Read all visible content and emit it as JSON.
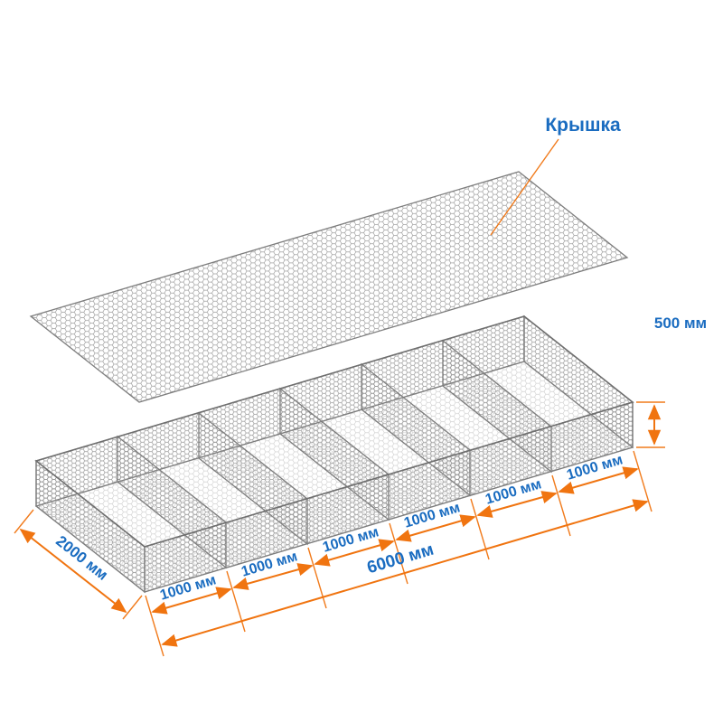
{
  "colors": {
    "dimension_line": "#f07410",
    "label_text": "#1a6cc0",
    "mesh_wire": "#949494",
    "panel_edge": "#7d7d7d"
  },
  "annotations": {
    "lid_label": "Крышка",
    "height": "500 мм",
    "width": "2000 мм",
    "length": "6000 мм",
    "segments": [
      "1000 мм",
      "1000 мм",
      "1000 мм",
      "1000 мм",
      "1000 мм",
      "1000 мм"
    ]
  }
}
